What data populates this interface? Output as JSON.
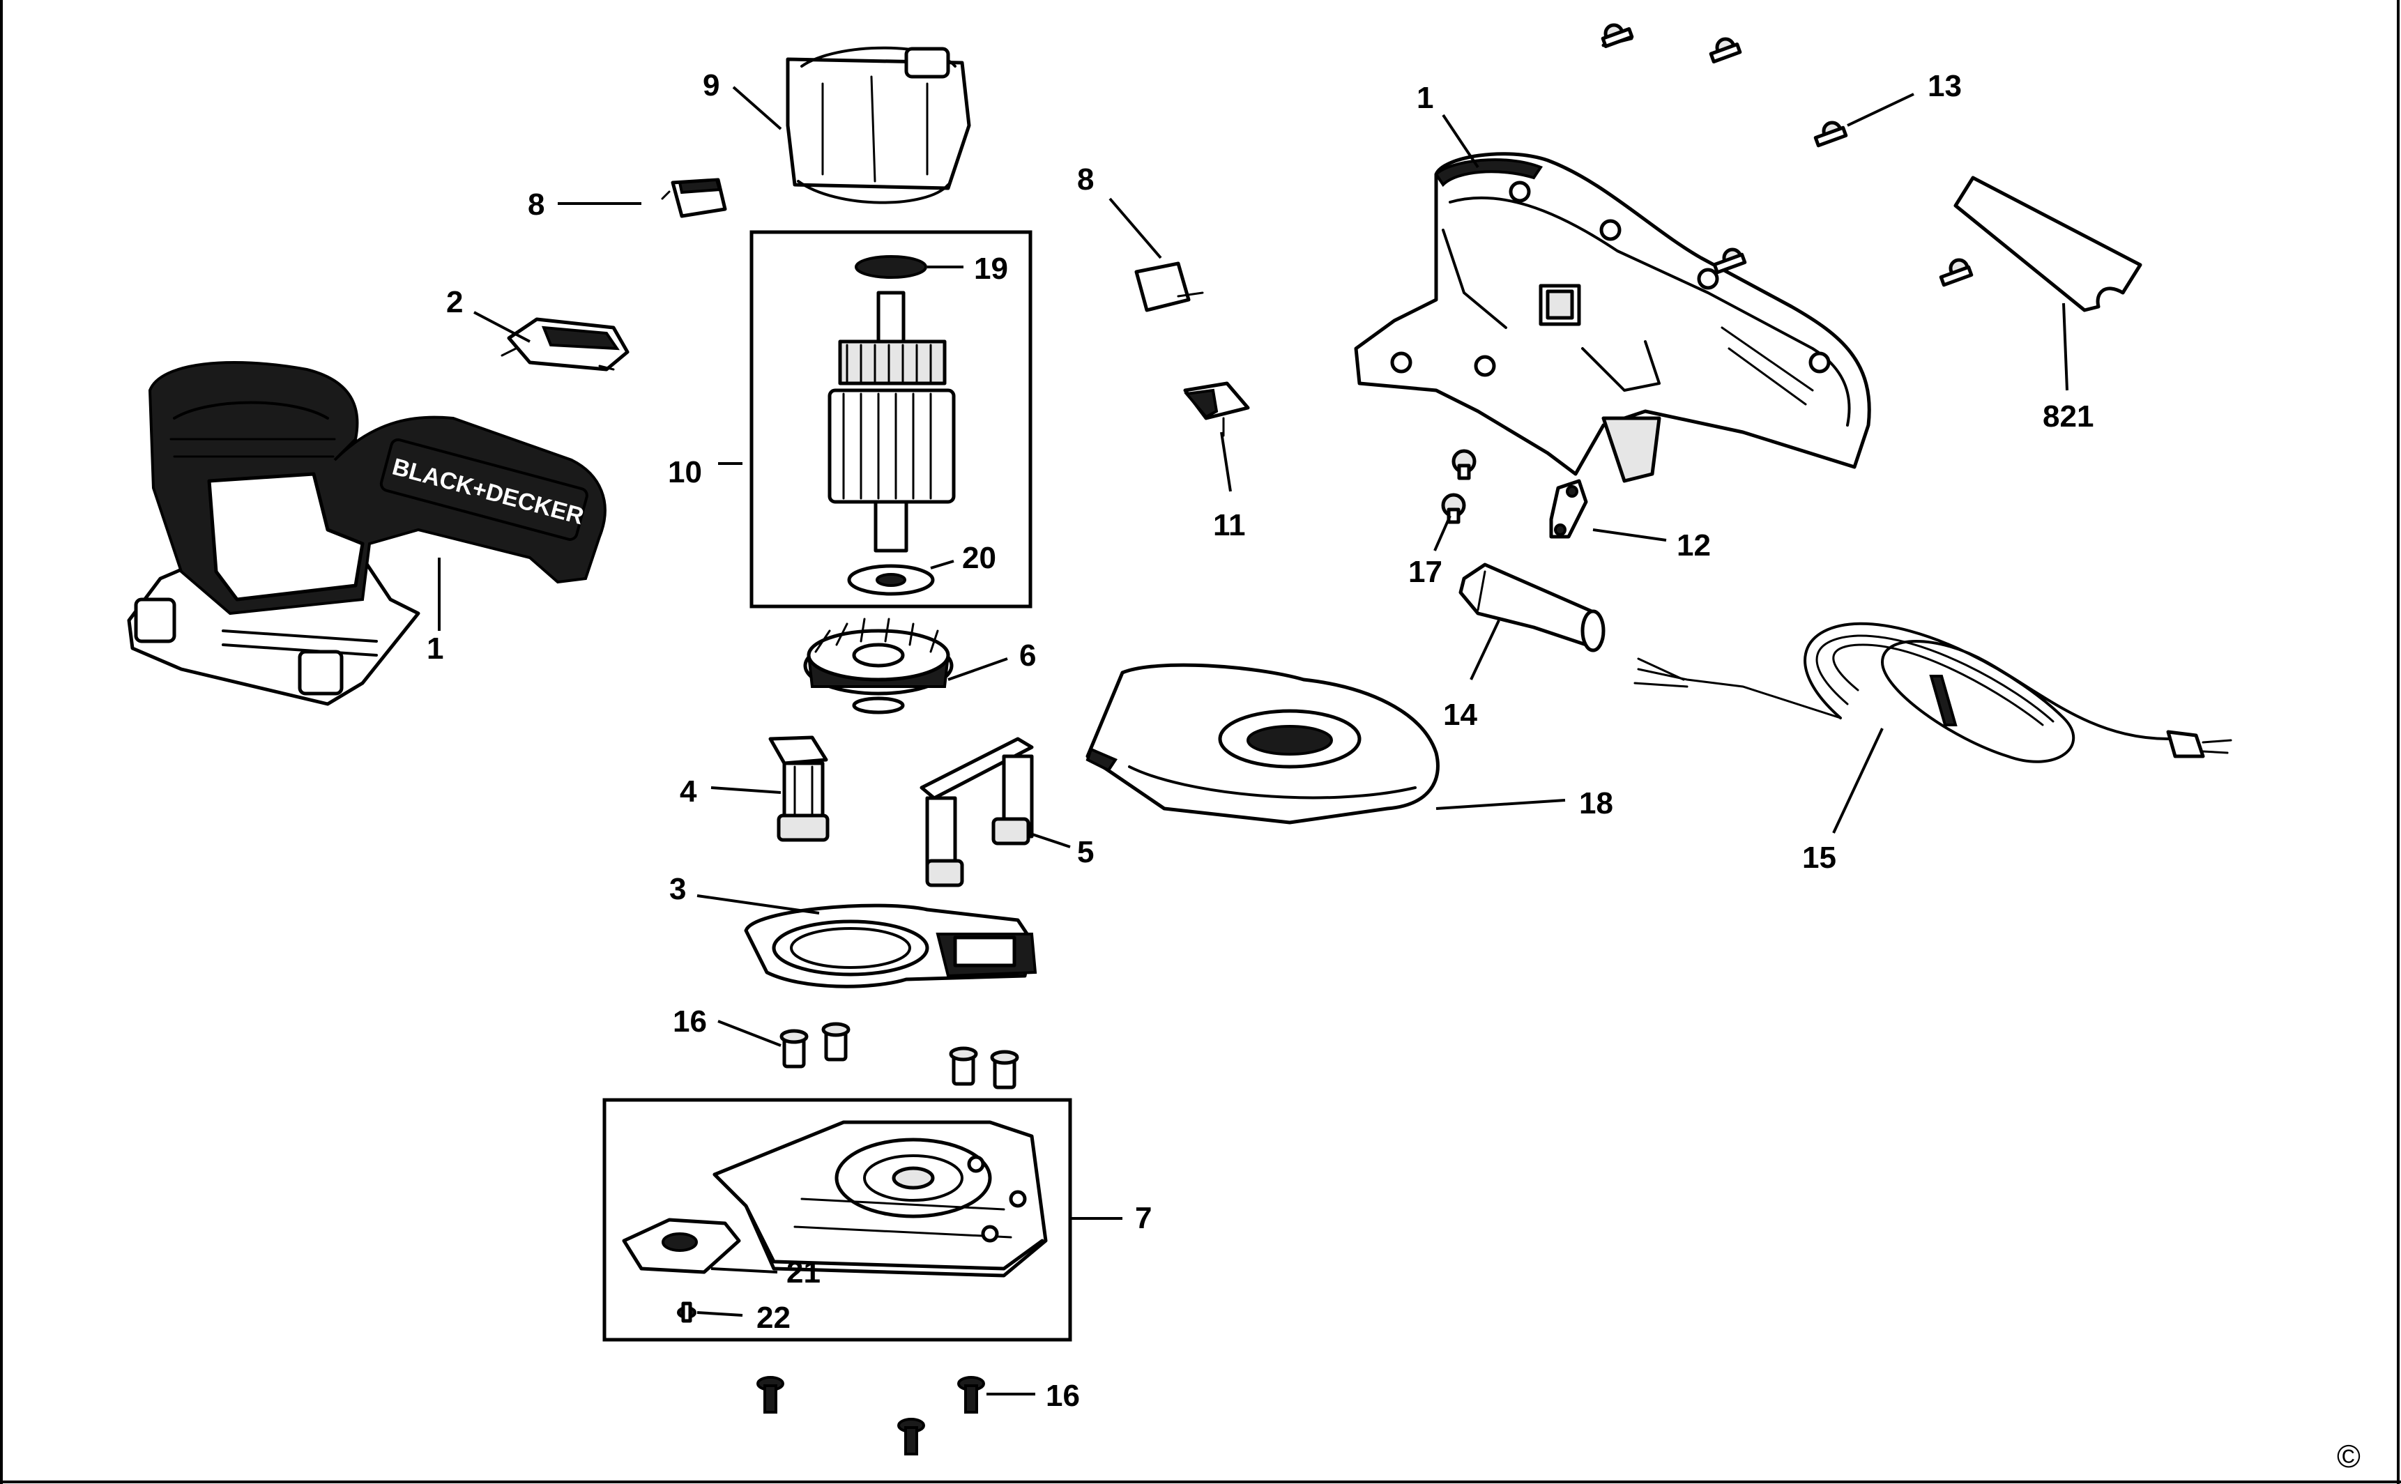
{
  "diagram": {
    "brand_label": "BLACK+DECKER",
    "copyright_symbol": "©",
    "callouts": {
      "c1_left": "1",
      "c1_right": "1",
      "c2": "2",
      "c3": "3",
      "c4": "4",
      "c5": "5",
      "c6": "6",
      "c7": "7",
      "c8_left": "8",
      "c8_mid": "8",
      "c9": "9",
      "c10": "10",
      "c11": "11",
      "c12": "12",
      "c13": "13",
      "c14": "14",
      "c15": "15",
      "c16_top": "16",
      "c16_bottom": "16",
      "c17": "17",
      "c18": "18",
      "c19": "19",
      "c20": "20",
      "c21": "21",
      "c22": "22",
      "c821": "821"
    }
  }
}
